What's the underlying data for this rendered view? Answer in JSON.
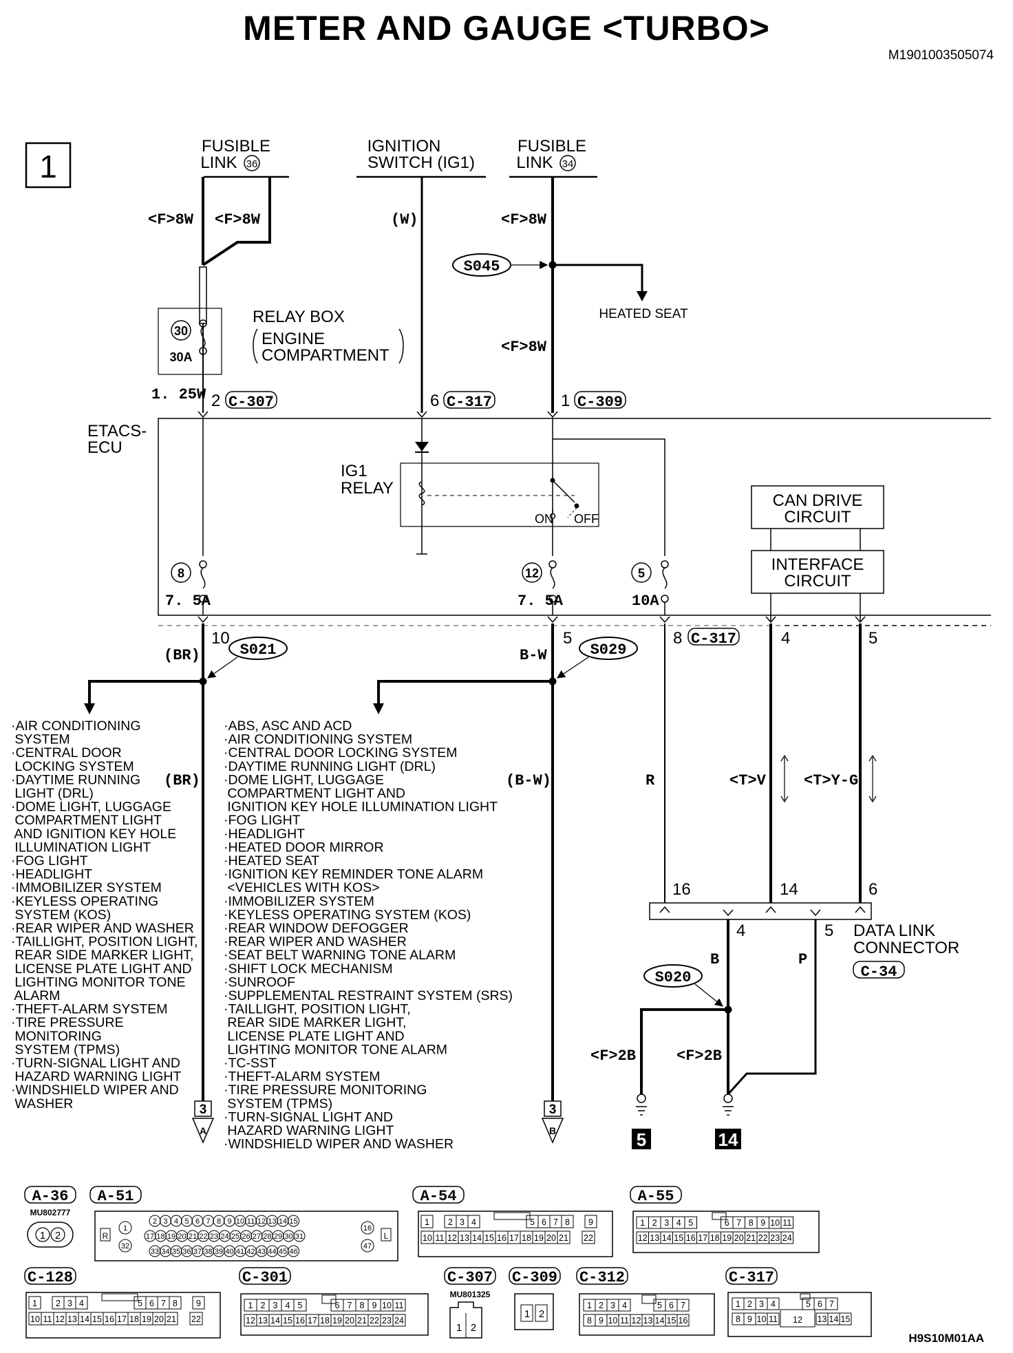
{
  "title": "METER AND GAUGE <TURBO>",
  "doc_id": "M1901003505074",
  "sheet_number": "1",
  "footer_code": "H9S10M01AA",
  "sources": {
    "fusible_link_36": {
      "line1": "FUSIBLE",
      "line2": "LINK",
      "num": "36"
    },
    "ignition_switch": {
      "line1": "IGNITION",
      "line2": "SWITCH (IG1)"
    },
    "fusible_link_34": {
      "line1": "FUSIBLE",
      "line2": "LINK",
      "num": "34"
    }
  },
  "wires": {
    "f8w_a": "<F>8W",
    "f8w_b": "<F>8W",
    "w": "(W)",
    "f8w_c": "<F>8W",
    "f8w_d": "<F>8W",
    "w125": "1. 25W",
    "br1": "(BR)",
    "bw1": "B-W",
    "br2": "(BR)",
    "bw2": "(B-W)",
    "r": "R",
    "tv": "<T>V",
    "tyg": "<T>Y-G",
    "b": "B",
    "p": "P",
    "f2b_a": "<F>2B",
    "f2b_b": "<F>2B"
  },
  "relay_box": {
    "label": "RELAY BOX",
    "sub1": "ENGINE",
    "sub2": "COMPARTMENT",
    "fuse_num": "30",
    "fuse_amp": "30A"
  },
  "splices": {
    "s045": "S045",
    "s021": "S021",
    "s029": "S029",
    "s020": "S020"
  },
  "heated_seat": "HEATED SEAT",
  "connectors_top": {
    "c307": {
      "pin": "2",
      "name": "C-307"
    },
    "c317": {
      "pin": "6",
      "name": "C-317"
    },
    "c309": {
      "pin": "1",
      "name": "C-309"
    }
  },
  "etacs": {
    "line1": "ETACS-",
    "line2": "ECU"
  },
  "ig1_relay": {
    "line1": "IG1",
    "line2": "RELAY",
    "on": "ON",
    "off": "OFF"
  },
  "can_drive": {
    "line1": "CAN DRIVE",
    "line2": "CIRCUIT"
  },
  "interface": {
    "line1": "INTERFACE",
    "line2": "CIRCUIT"
  },
  "fuses": {
    "f8": {
      "num": "8",
      "amp": "7. 5A"
    },
    "f12": {
      "num": "12",
      "amp": "7. 5A"
    },
    "f5": {
      "num": "5",
      "amp": "10A"
    }
  },
  "pins_bottom": {
    "p10": "10",
    "p5a": "5",
    "p8": "8",
    "c317b": "C-317",
    "p4": "4",
    "p5b": "5"
  },
  "dlc": {
    "p16": "16",
    "p14": "14",
    "p6": "6",
    "p4": "4",
    "p5": "5",
    "line1": "DATA LINK",
    "line2": "CONNECTOR",
    "name": "C-34"
  },
  "grounds": {
    "g5": "5",
    "g14": "14"
  },
  "continuations": {
    "left": {
      "page": "3",
      "letter": "A"
    },
    "right": {
      "page": "3",
      "letter": "B"
    }
  },
  "list_left": [
    "·AIR CONDITIONING",
    " SYSTEM",
    "·CENTRAL DOOR",
    " LOCKING SYSTEM",
    "·DAYTIME RUNNING",
    " LIGHT (DRL)",
    "·DOME LIGHT, LUGGAGE",
    " COMPARTMENT LIGHT",
    " AND IGNITION KEY HOLE",
    " ILLUMINATION LIGHT",
    "·FOG LIGHT",
    "·HEADLIGHT",
    "·IMMOBILIZER SYSTEM",
    "·KEYLESS OPERATING",
    " SYSTEM (KOS)",
    "·REAR WIPER AND WASHER",
    "·TAILLIGHT, POSITION LIGHT,",
    " REAR SIDE MARKER LIGHT,",
    " LICENSE PLATE LIGHT AND",
    " LIGHTING MONITOR TONE",
    " ALARM",
    "·THEFT-ALARM SYSTEM",
    "·TIRE PRESSURE",
    " MONITORING",
    " SYSTEM (TPMS)",
    "·TURN-SIGNAL LIGHT AND",
    " HAZARD WARNING LIGHT",
    "·WINDSHIELD WIPER AND",
    " WASHER"
  ],
  "list_right": [
    "·ABS, ASC AND ACD",
    "·AIR CONDITIONING SYSTEM",
    "·CENTRAL DOOR LOCKING SYSTEM",
    "·DAYTIME RUNNING LIGHT (DRL)",
    "·DOME LIGHT, LUGGAGE",
    " COMPARTMENT LIGHT AND",
    " IGNITION KEY HOLE ILLUMINATION LIGHT",
    "·FOG LIGHT",
    "·HEADLIGHT",
    "·HEATED DOOR MIRROR",
    "·HEATED SEAT",
    "·IGNITION KEY REMINDER TONE ALARM",
    " <VEHICLES WITH KOS>",
    "·IMMOBILIZER SYSTEM",
    "·KEYLESS OPERATING SYSTEM (KOS)",
    "·REAR WINDOW DEFOGGER",
    "·REAR WIPER AND WASHER",
    "·SEAT BELT WARNING TONE ALARM",
    "·SHIFT LOCK MECHANISM",
    "·SUNROOF",
    "·SUPPLEMENTAL RESTRAINT SYSTEM (SRS)",
    "·TAILLIGHT, POSITION LIGHT,",
    " REAR SIDE MARKER LIGHT,",
    " LICENSE PLATE LIGHT AND",
    " LIGHTING MONITOR TONE ALARM",
    "·TC-SST",
    "·THEFT-ALARM SYSTEM",
    "·TIRE PRESSURE MONITORING",
    " SYSTEM (TPMS)",
    "·TURN-SIGNAL LIGHT AND",
    " HAZARD WARNING LIGHT",
    "·WINDSHIELD WIPER AND WASHER"
  ],
  "connector_views": {
    "a36": {
      "name": "A-36",
      "part": "MU802777"
    },
    "a51": {
      "name": "A-51"
    },
    "a54": {
      "name": "A-54"
    },
    "a55": {
      "name": "A-55"
    },
    "c128": {
      "name": "C-128"
    },
    "c301": {
      "name": "C-301"
    },
    "c307": {
      "name": "C-307",
      "part": "MU801325"
    },
    "c309": {
      "name": "C-309"
    },
    "c312": {
      "name": "C-312"
    },
    "c317": {
      "name": "C-317"
    }
  }
}
